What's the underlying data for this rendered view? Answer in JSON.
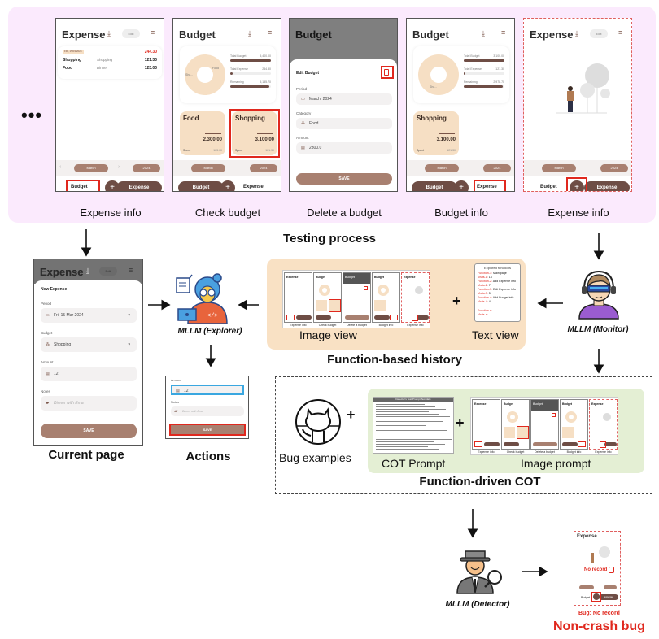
{
  "top": {
    "ellipsis": "•••",
    "section_title": "Testing process",
    "screens": [
      {
        "caption": "Expense info",
        "title": "Expense",
        "edit_label": "Edit",
        "date_chip": "FRI, 15/03/2024",
        "total": "244.30",
        "rows": [
          {
            "name": "Shopping",
            "note": "Shopping",
            "amount": "121.30"
          },
          {
            "name": "Food",
            "note": "Dinner",
            "amount": "123.00"
          }
        ],
        "month": "March",
        "year": "2024",
        "budget_label": "Budget",
        "expense_label": "Expense",
        "plus": "+",
        "highlight": "Budget"
      },
      {
        "caption": "Check budget",
        "title": "Budget",
        "donut_labels": [
          "Sho...",
          "Food"
        ],
        "stats": [
          {
            "label": "Total Budget",
            "value": "5,400.00",
            "fill": 1.0
          },
          {
            "label": "Total Expense",
            "value": "244.30",
            "fill": 0.05
          },
          {
            "label": "Remaining",
            "value": "5,155.70",
            "fill": 0.95
          }
        ],
        "categories": [
          {
            "name": "Food",
            "amount": "2,300.00",
            "spent_label": "Spent",
            "spent": "123.00"
          },
          {
            "name": "Shopping",
            "amount": "3,100.00",
            "spent_label": "Spent",
            "spent": "121.30"
          }
        ],
        "month": "March",
        "year": "2024",
        "budget_label": "Budget",
        "expense_label": "Expense",
        "plus": "+",
        "highlight": "Shopping"
      },
      {
        "caption": "Delete a budget",
        "title": "Budget",
        "sheet_title": "Edit Budget",
        "period_label": "Period",
        "period_value": "March, 2024",
        "category_label": "Category",
        "category_value": "Food",
        "amount_label": "Amount",
        "amount_value": "2300.0",
        "save_label": "SAVE",
        "highlight": "delete-icon"
      },
      {
        "caption": "Budget info",
        "title": "Budget",
        "donut_labels": [
          "Sho..."
        ],
        "stats": [
          {
            "label": "Total Budget",
            "value": "3,100.00",
            "fill": 1.0
          },
          {
            "label": "Total Expense",
            "value": "121.30",
            "fill": 0.04
          },
          {
            "label": "Remaining",
            "value": "2,978.70",
            "fill": 0.96
          }
        ],
        "categories": [
          {
            "name": "Shopping",
            "amount": "3,100.00",
            "spent_label": "Spent",
            "spent": "121.30"
          }
        ],
        "month": "March",
        "year": "2024",
        "budget_label": "Budget",
        "expense_label": "Expense",
        "plus": "+",
        "highlight": "Expense"
      },
      {
        "caption": "Expense info",
        "title": "Expense",
        "edit_label": "Edit",
        "month": "March",
        "year": "2024",
        "budget_label": "Budget",
        "expense_label": "Expense",
        "plus": "+",
        "highlight": "+"
      }
    ]
  },
  "current_page": {
    "caption": "Current page",
    "title": "Expense",
    "edit_label": "Edit",
    "sheet_title": "New Expense",
    "period_label": "Period",
    "period_value": "Fri, 15 Mar 2024",
    "budget_label": "Budget",
    "budget_value": "Shopping",
    "amount_label": "Amount",
    "amount_value": "12",
    "notes_label": "Notes",
    "notes_placeholder": "Dinner with Ema",
    "save_label": "SAVE"
  },
  "explorer": {
    "label": "MLLM (Explorer)"
  },
  "actions": {
    "caption": "Actions",
    "amount_label": "Amount",
    "amount_value": "12",
    "notes_label": "Notes",
    "notes_placeholder": "Dinner with Ema",
    "save_label": "SAVE"
  },
  "history": {
    "title": "Function-based history",
    "image_view_label": "Image view",
    "text_view_label": "Text view",
    "plus": "+",
    "mini_captions": [
      "Expense info",
      "Check budget",
      "Delete a budget",
      "Budget info",
      "Expense info"
    ],
    "text_view": {
      "title": "Explored functions",
      "lines": [
        {
          "key": "Function-1:",
          "val": "Main page"
        },
        {
          "key": "Visits-1:",
          "val": "13"
        },
        {
          "key": "Function-2:",
          "val": "Add Expense info"
        },
        {
          "key": "Visits-2:",
          "val": "7"
        },
        {
          "key": "Function-3:",
          "val": "Edit Expense info"
        },
        {
          "key": "Visits-3:",
          "val": "5"
        },
        {
          "key": "Function-4:",
          "val": "Add Budget info"
        },
        {
          "key": "Visits-4:",
          "val": "4"
        },
        {
          "key": "Function-n:",
          "val": "..."
        },
        {
          "key": "Visits-n:",
          "val": "..."
        }
      ],
      "footer": "...."
    }
  },
  "monitor": {
    "label": "MLLM (Monitor)"
  },
  "cot": {
    "title": "Function-driven COT",
    "bug_examples_label": "Bug examples",
    "cot_prompt_label": "COT Prompt",
    "image_prompt_label": "Image prompt",
    "cot_doc_header": "Detector's Test Prompt Template",
    "plus": "+",
    "mini_captions": [
      "Expense info",
      "Check budget",
      "Delete a budget",
      "Budget info",
      "Expense info"
    ]
  },
  "detector": {
    "label": "MLLM (Detector)"
  },
  "result": {
    "phone_title": "Expense",
    "no_record": "No record",
    "bug_label": "Bug: No record",
    "title": "Non-crash bug",
    "budget_label": "Budget",
    "expense_label": "Expense"
  },
  "colors": {
    "panel_pink": "#fbeafd",
    "panel_orange": "#f9e1c4",
    "panel_green": "#e4efd4",
    "brand_brown": "#6e4d45",
    "light_brown": "#a88070",
    "highlight_red": "#e0281e",
    "highlight_blue": "#3aa7e0"
  }
}
